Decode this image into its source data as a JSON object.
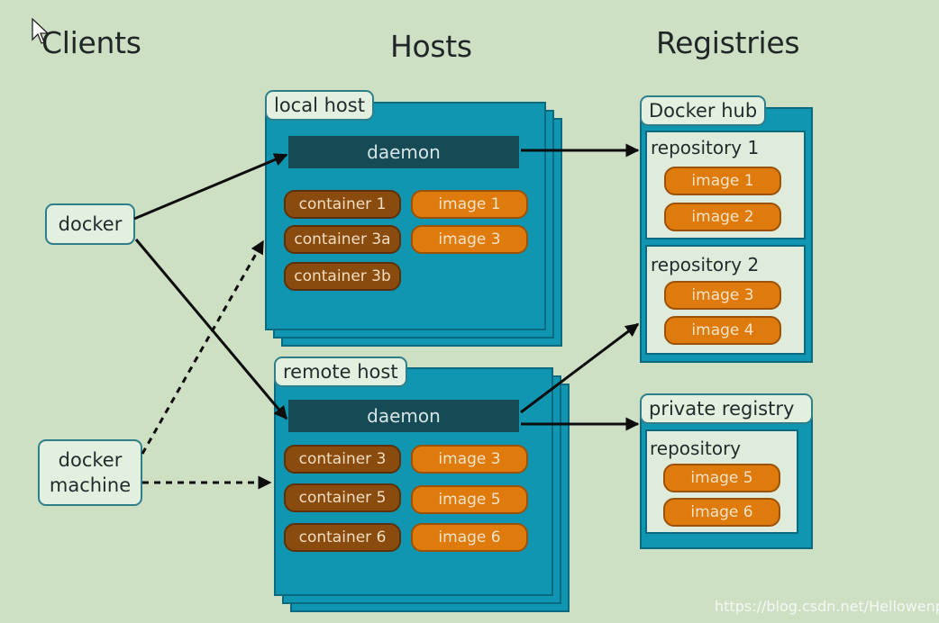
{
  "titles": {
    "clients": "Clients",
    "hosts": "Hosts",
    "registries": "Registries"
  },
  "clients": {
    "docker": "docker",
    "docker_machine_line1": "docker",
    "docker_machine_line2": "machine"
  },
  "local_host": {
    "label": "local host",
    "daemon": "daemon",
    "containers": [
      "container 1",
      "container 3a",
      "container 3b"
    ],
    "images": [
      "image 1",
      "image 3"
    ]
  },
  "remote_host": {
    "label": "remote host",
    "daemon": "daemon",
    "containers": [
      "container 3",
      "container 5",
      "container 6"
    ],
    "images": [
      "image 3",
      "image 5",
      "image 6"
    ]
  },
  "docker_hub": {
    "label": "Docker hub",
    "repositories": [
      {
        "name": "repository 1",
        "images": [
          "image 1",
          "image 2"
        ]
      },
      {
        "name": "repository 2",
        "images": [
          "image 3",
          "image 4"
        ]
      }
    ]
  },
  "private_registry": {
    "label": "private registry",
    "repository": {
      "name": "repository",
      "images": [
        "image 5",
        "image 6"
      ]
    }
  },
  "watermark": "https://blog.csdn.net/Hellowenpan",
  "colors": {
    "background": "#cde0c4",
    "host_fill": "#1196b1",
    "daemon_fill": "#164a55",
    "container_fill": "#8a4b0e",
    "image_fill": "#df7a0d"
  }
}
